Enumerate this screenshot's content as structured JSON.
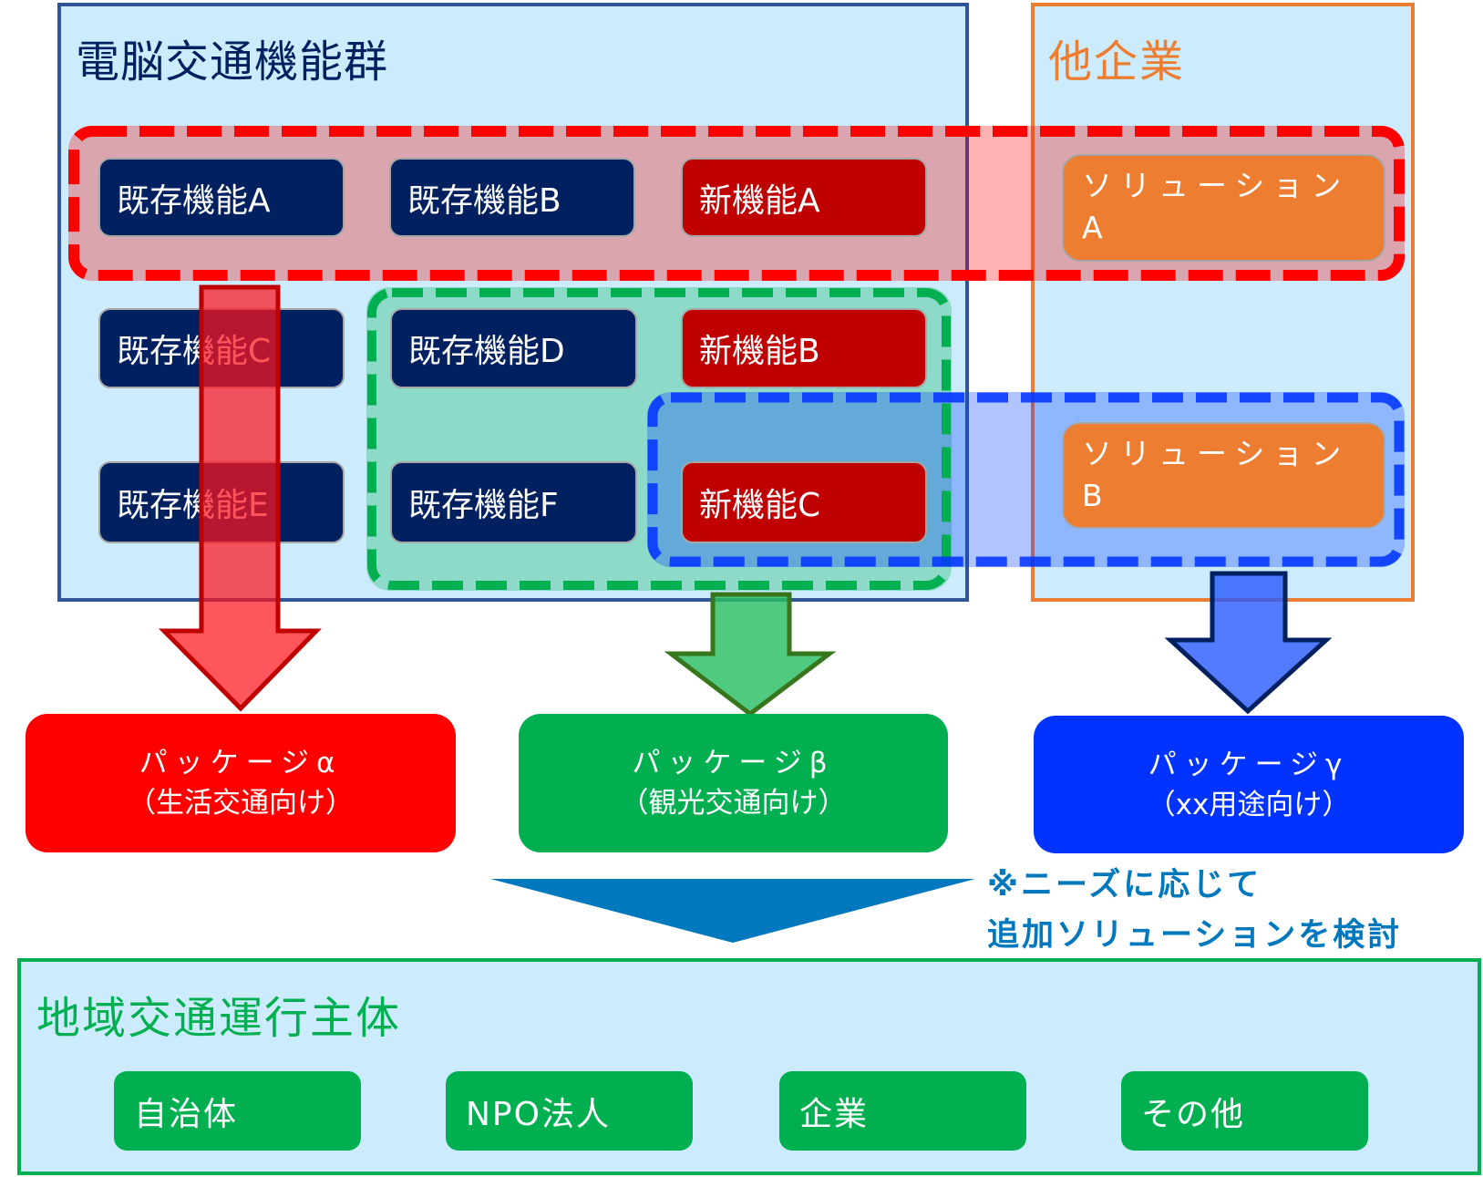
{
  "main_group": {
    "title": "電脳交通機能群",
    "color": "#002060",
    "functions": [
      {
        "id": "existing-a",
        "label": "既存機能A",
        "type": "existing"
      },
      {
        "id": "existing-b",
        "label": "既存機能B",
        "type": "existing"
      },
      {
        "id": "new-a",
        "label": "新機能A",
        "type": "new"
      },
      {
        "id": "existing-c",
        "label": "既存機能C",
        "type": "existing"
      },
      {
        "id": "existing-d",
        "label": "既存機能D",
        "type": "existing"
      },
      {
        "id": "new-b",
        "label": "新機能B",
        "type": "new"
      },
      {
        "id": "existing-e",
        "label": "既存機能E",
        "type": "existing"
      },
      {
        "id": "existing-f",
        "label": "既存機能F",
        "type": "existing"
      },
      {
        "id": "new-c",
        "label": "新機能C",
        "type": "new"
      }
    ]
  },
  "other_group": {
    "title": "他企業",
    "color": "#ED7D31",
    "solutions": [
      {
        "id": "solution-a",
        "label": "ソリューション\nA"
      },
      {
        "id": "solution-b",
        "label": "ソリューション\nB"
      }
    ]
  },
  "packages": [
    {
      "id": "alpha",
      "line1": "パッケージα",
      "line2": "（生活交通向け）",
      "color": "#FF0000"
    },
    {
      "id": "beta",
      "line1": "パッケージβ",
      "line2": "（観光交通向け）",
      "color": "#00B050"
    },
    {
      "id": "gamma",
      "line1": "パッケージγ",
      "line2": "（xx用途向け）",
      "color": "#0033FF"
    }
  ],
  "note": "※ニーズに応じて\n追加ソリューションを検討",
  "operators": {
    "title": "地域交通運行主体",
    "items": [
      "自治体",
      "NPO法人",
      "企業",
      "その他"
    ]
  },
  "colors": {
    "existing": "#002060",
    "new": "#C00000",
    "solution": "#ED7D31",
    "group_fill": "#CCECFD",
    "flow_arrow": "#0078BE"
  }
}
